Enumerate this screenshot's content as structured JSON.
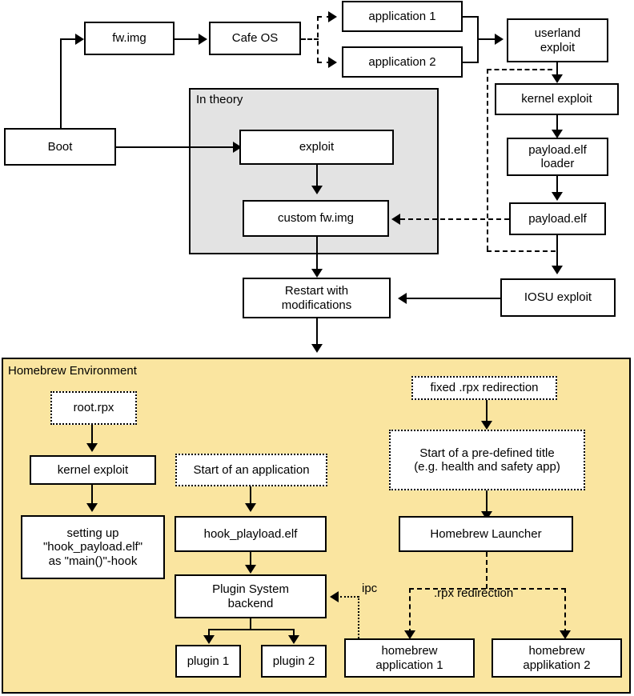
{
  "diagram": {
    "title_regions": [
      {
        "name": "in-theory",
        "label": "In theory",
        "fill": "#e3e3e3"
      },
      {
        "name": "homebrew-environment",
        "label": "Homebrew Environment",
        "fill": "#fae5a0"
      }
    ],
    "nodes": {
      "boot": "Boot",
      "fw_img": "fw.img",
      "cafe_os": "Cafe OS",
      "application_1": "application 1",
      "application_2": "application 2",
      "userland_exploit": "userland\nexploit",
      "kernel_exploit_top": "kernel exploit",
      "payload_elf_loader": "payload.elf\nloader",
      "payload_elf": "payload.elf",
      "iosu_exploit": "IOSU exploit",
      "exploit": "exploit",
      "custom_fw_img": "custom fw.img",
      "restart_with_modifications": "Restart with\nmodifications",
      "root_rpx": "root.rpx",
      "kernel_exploit_hb": "kernel exploit",
      "setting_up_hook": "setting up\n\"hook_payload.elf\"\nas \"main()\"-hook",
      "start_of_an_application": "Start of an application",
      "hook_playload_elf": "hook_playload.elf",
      "plugin_system_backend": "Plugin System\nbackend",
      "plugin_1": "plugin 1",
      "plugin_2": "plugin 2",
      "fixed_rpx_redirection": "fixed .rpx redirection",
      "start_predefined_title": "Start of a pre-defined title\n(e.g. health and safety app)",
      "homebrew_launcher": "Homebrew Launcher",
      "homebrew_application_1": "homebrew\napplication 1",
      "homebrew_applikation_2": "homebrew\napplikation 2"
    },
    "edge_labels": {
      "ipc": "ipc",
      "rpx_redirection": ".rpx redirection"
    },
    "colors": {
      "stroke": "#000000",
      "node_fill": "#ffffff",
      "in_theory_fill": "#e3e3e3",
      "homebrew_fill": "#fae5a0",
      "page_background": "#ffffff"
    }
  }
}
